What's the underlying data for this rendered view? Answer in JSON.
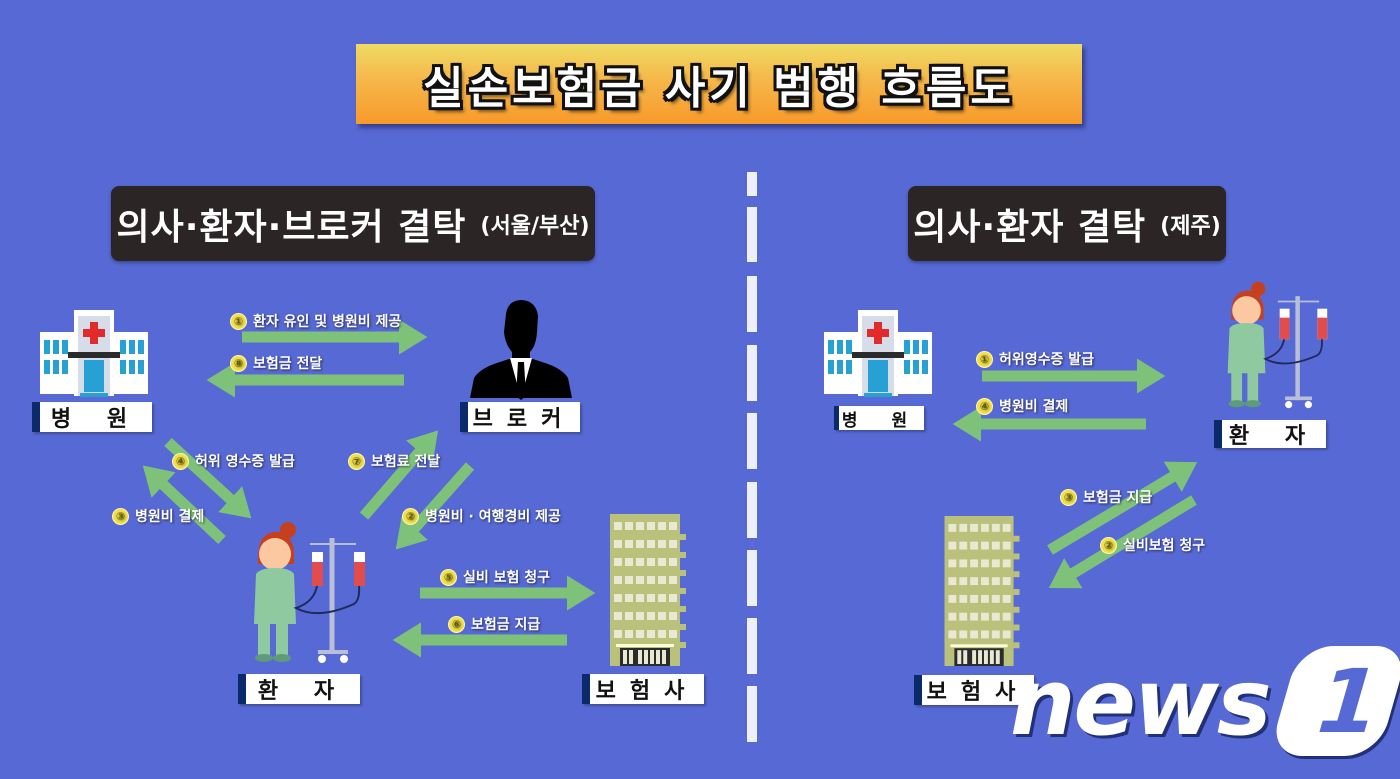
{
  "title": "실손보험금 사기 범행 흐름도",
  "colors": {
    "background": "#5769d4",
    "title_gradient_top": "#eedb62",
    "title_gradient_bottom": "#f79a2a",
    "section_header": "#2b2526",
    "arrow": "#7ec27a",
    "label_accent": "#0b2a6a",
    "step_number": "#f2e04a"
  },
  "left_panel": {
    "header": {
      "main": "의사·환자·브로커 결탁",
      "sub": "(서울/부산)"
    },
    "nodes": {
      "hospital": {
        "label": "병 원",
        "icon": "hospital-icon"
      },
      "broker": {
        "label": "브로커",
        "icon": "businessman-silhouette-icon"
      },
      "patient": {
        "label": "환 자",
        "icon": "patient-with-iv-icon"
      },
      "insurer": {
        "label": "보험사",
        "icon": "office-building-icon"
      }
    },
    "steps": [
      {
        "num": "①",
        "text": "환자 유인 및 병원비 제공",
        "from": "hospital",
        "to": "broker"
      },
      {
        "num": "②",
        "text": "병원비 · 여행경비 제공",
        "from": "broker",
        "to": "patient"
      },
      {
        "num": "③",
        "text": "병원비 결제",
        "from": "patient",
        "to": "hospital"
      },
      {
        "num": "④",
        "text": "허위 영수증 발급",
        "from": "hospital",
        "to": "patient"
      },
      {
        "num": "⑤",
        "text": "실비 보험 청구",
        "from": "patient",
        "to": "insurer"
      },
      {
        "num": "⑥",
        "text": "보험금 지급",
        "from": "insurer",
        "to": "patient"
      },
      {
        "num": "⑦",
        "text": "보험료 전달",
        "from": "patient",
        "to": "broker"
      },
      {
        "num": "⑧",
        "text": "보험금 전달",
        "from": "broker",
        "to": "hospital"
      }
    ]
  },
  "right_panel": {
    "header": {
      "main": "의사·환자 결탁",
      "sub": "(제주)"
    },
    "nodes": {
      "hospital": {
        "label": "병 원",
        "icon": "hospital-icon"
      },
      "patient": {
        "label": "환 자",
        "icon": "patient-with-iv-icon"
      },
      "insurer": {
        "label": "보험사",
        "icon": "office-building-icon"
      }
    },
    "steps": [
      {
        "num": "①",
        "text": "허위영수증 발급",
        "from": "hospital",
        "to": "patient"
      },
      {
        "num": "②",
        "text": "실비보험 청구",
        "from": "patient",
        "to": "insurer"
      },
      {
        "num": "③",
        "text": "보험금 지급",
        "from": "insurer",
        "to": "patient"
      },
      {
        "num": "④",
        "text": "병원비 결제",
        "from": "patient",
        "to": "hospital"
      }
    ]
  },
  "watermark": {
    "text": "news",
    "mark": "1"
  }
}
